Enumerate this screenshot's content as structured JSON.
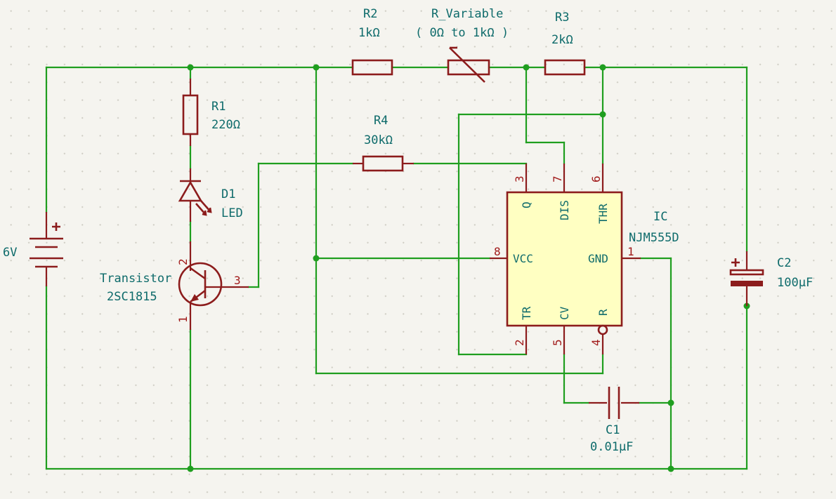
{
  "battery": {
    "value": "6V"
  },
  "r1": {
    "ref": "R1",
    "value": "220Ω"
  },
  "d1": {
    "ref": "D1",
    "value": "LED"
  },
  "q1": {
    "ref": "Transistor",
    "value": "2SC1815",
    "pins": [
      "2",
      "3",
      "1"
    ]
  },
  "r2": {
    "ref": "R2",
    "value": "1kΩ"
  },
  "rv": {
    "ref": "R_Variable",
    "value": "( 0Ω to 1kΩ )"
  },
  "r3": {
    "ref": "R3",
    "value": "2kΩ"
  },
  "r4": {
    "ref": "R4",
    "value": "30kΩ"
  },
  "ic": {
    "ref": "IC",
    "value": "NJM555D",
    "pins": {
      "q": {
        "num": "3",
        "name": "Q"
      },
      "dis": {
        "num": "7",
        "name": "DIS"
      },
      "thr": {
        "num": "6",
        "name": "THR"
      },
      "vcc": {
        "num": "8",
        "name": "VCC"
      },
      "gnd": {
        "num": "1",
        "name": "GND"
      },
      "tr": {
        "num": "2",
        "name": "TR"
      },
      "cv": {
        "num": "5",
        "name": "CV"
      },
      "r": {
        "num": "4",
        "name": "R"
      }
    }
  },
  "c1": {
    "ref": "C1",
    "value": "0.01µF"
  },
  "c2": {
    "ref": "C2",
    "value": "100µF"
  },
  "colors": {
    "wire": "#1f9e1f",
    "symbol": "#8c1c1c",
    "label": "#0e6b6b",
    "pin_number": "#a11a1a",
    "ic_fill": "#ffffc2",
    "background": "#f5f4ef"
  }
}
